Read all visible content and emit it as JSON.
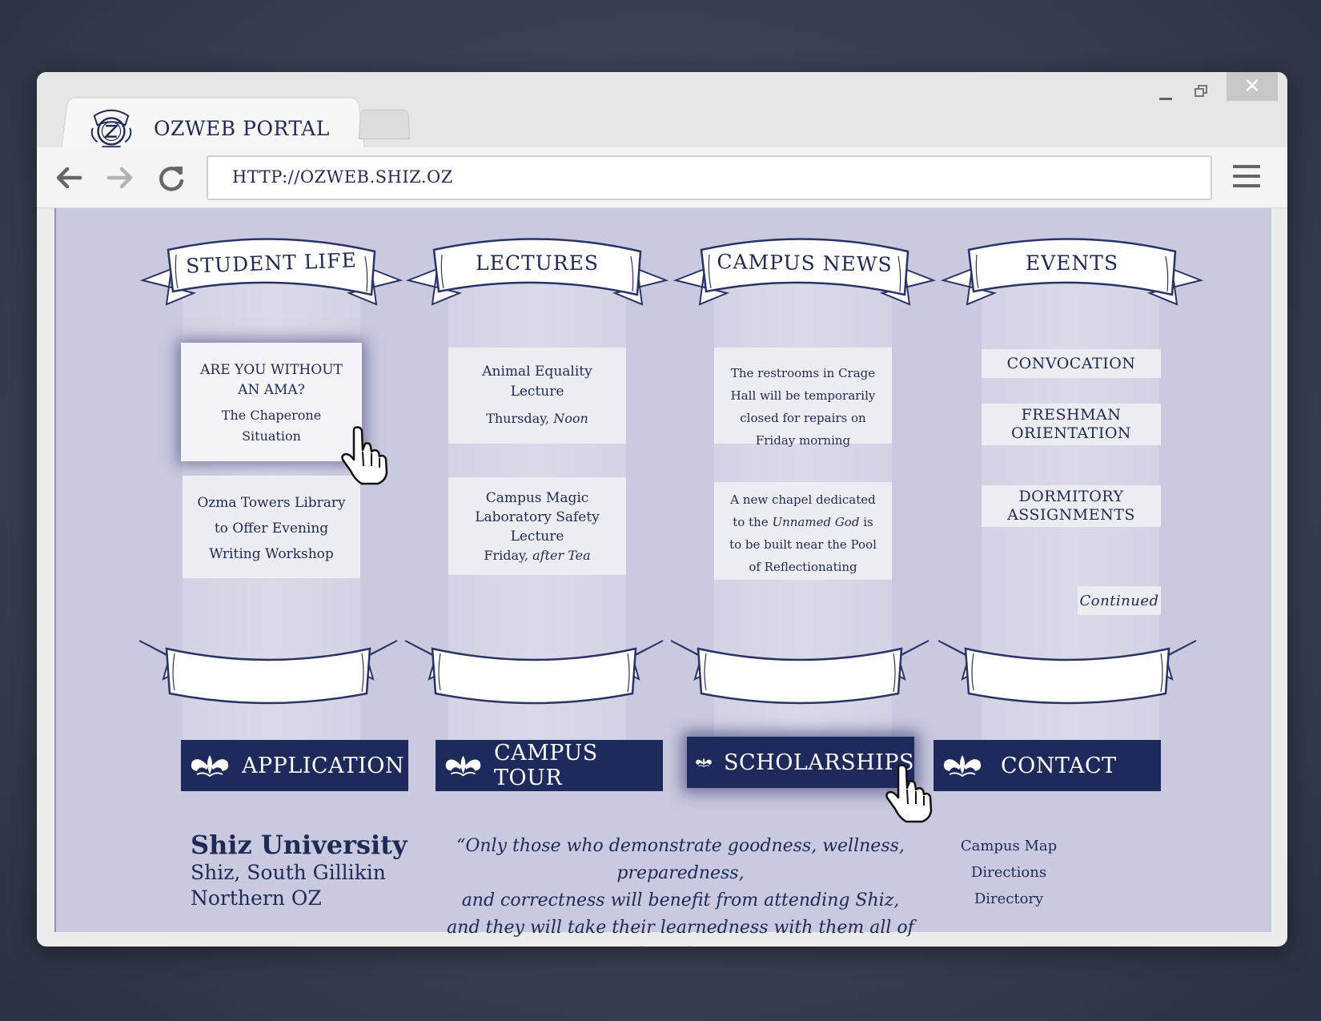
{
  "browser": {
    "tab_title": "OZWEB PORTAL",
    "url": "HTTP://OZWEB.SHIZ.OZ",
    "close_label": "✕"
  },
  "columns": [
    {
      "banner": "STUDENT LIFE",
      "cards": [
        {
          "line1": "ARE YOU WITHOUT AN AMA?",
          "line2": "The Chaperone Situation"
        },
        {
          "line1": "Ozma Towers Library to Offer Evening Writing Workshop"
        }
      ]
    },
    {
      "banner": "LECTURES",
      "cards": [
        {
          "line1": "Animal Equality Lecture",
          "line2": "Thursday,",
          "line2_em": "Noon"
        },
        {
          "line1": "Campus Magic Laboratory Safety Lecture",
          "line2": "Friday,",
          "line2_em": "after Tea"
        }
      ]
    },
    {
      "banner": "CAMPUS NEWS",
      "cards": [
        {
          "line1": "The restrooms in Crage Hall will be temporarily closed for repairs on Friday morning"
        },
        {
          "pre": "A new chapel dedicated to the",
          "em": "Unnamed God",
          "post": "is to be built near the Pool of Reflectionating"
        }
      ]
    },
    {
      "banner": "EVENTS",
      "events": [
        "CONVOCATION",
        "FRESHMAN ORIENTATION",
        "DORMITORY ASSIGNMENTS"
      ],
      "continued": "Continued"
    }
  ],
  "actions": [
    {
      "label": "APPLICATION"
    },
    {
      "label": "CAMPUS TOUR"
    },
    {
      "label": "SCHOLARSHIPS"
    },
    {
      "label": "CONTACT"
    }
  ],
  "footer": {
    "university": "Shiz University",
    "address_line1": "Shiz, South Gillikin",
    "address_line2": "Northern OZ",
    "quote_line1": "“Only those who demonstrate goodness, wellness, preparedness,",
    "quote_line2": "and correctness will benefit from attending Shiz,",
    "quote_line3": "and they will take their learnedness with them all of their days”",
    "links": [
      "Campus Map",
      "Directions",
      "Directory"
    ]
  },
  "colors": {
    "navy": "#1f2a5c",
    "page_background": "#c9c9df",
    "card_background": "#ececf3"
  },
  "icons": [
    "crest-logo-icon",
    "back-arrow-icon",
    "forward-arrow-icon",
    "reload-icon",
    "hamburger-menu-icon",
    "fleuron-icon",
    "hand-cursor-icon"
  ]
}
